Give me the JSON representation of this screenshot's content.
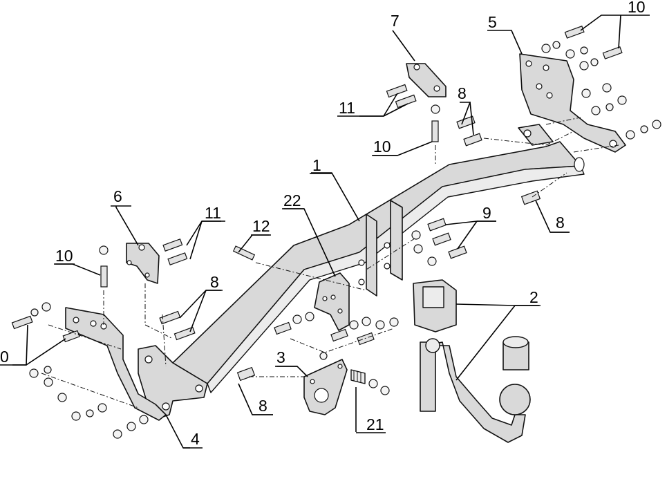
{
  "diagram": {
    "callouts": [
      {
        "id": "c1",
        "text": "1"
      },
      {
        "id": "c2",
        "text": "2"
      },
      {
        "id": "c3",
        "text": "3"
      },
      {
        "id": "c4",
        "text": "4"
      },
      {
        "id": "c5",
        "text": "5"
      },
      {
        "id": "c6",
        "text": "6"
      },
      {
        "id": "c7",
        "text": "7"
      },
      {
        "id": "c8a",
        "text": "8"
      },
      {
        "id": "c8b",
        "text": "8"
      },
      {
        "id": "c8c",
        "text": "8"
      },
      {
        "id": "c8d",
        "text": "8"
      },
      {
        "id": "c9",
        "text": "9"
      },
      {
        "id": "c10a",
        "text": "10"
      },
      {
        "id": "c10b",
        "text": "10"
      },
      {
        "id": "c10c",
        "text": "10"
      },
      {
        "id": "c10d",
        "text": "0"
      },
      {
        "id": "c11a",
        "text": "11"
      },
      {
        "id": "c11b",
        "text": "11"
      },
      {
        "id": "c12",
        "text": "12"
      },
      {
        "id": "c21",
        "text": "21"
      },
      {
        "id": "c22",
        "text": "22"
      }
    ]
  }
}
